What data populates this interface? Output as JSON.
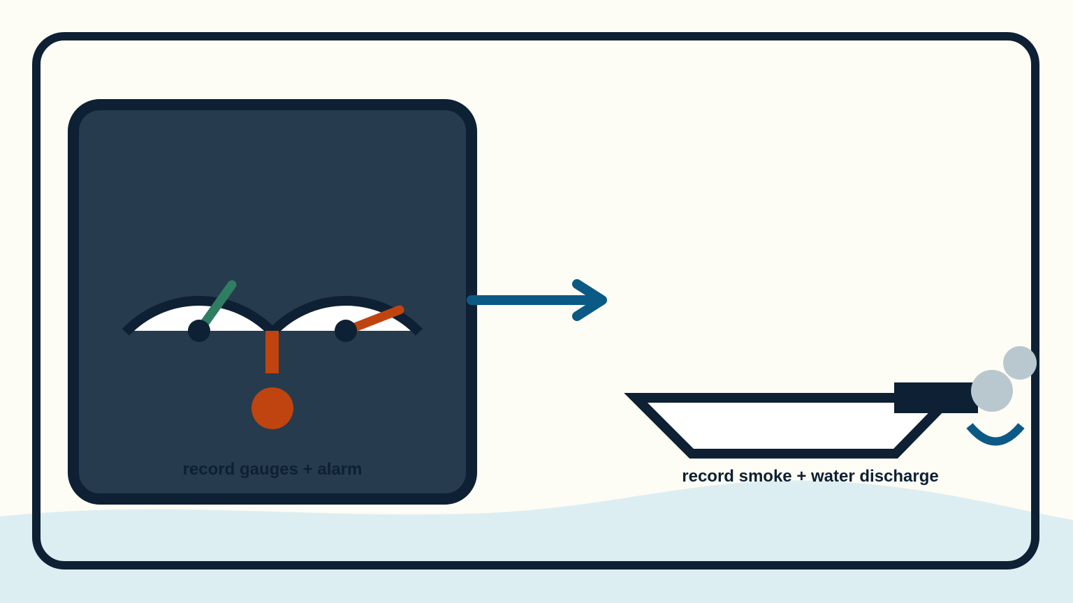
{
  "panels": {
    "left_caption": "record gauges + alarm",
    "right_caption": "record smoke + water discharge"
  },
  "gauges": [
    {
      "name": "left-gauge",
      "needle_color": "#2f7d63"
    },
    {
      "name": "right-gauge",
      "needle_color": "#c0440f"
    }
  ],
  "colors": {
    "background": "#fdfcf5",
    "water": "#dceef2",
    "outline": "#0e2033",
    "panel_fill": "#263b4d",
    "arrow": "#0b5a86",
    "alarm": "#c0440f",
    "smoke": "#b9c7cf"
  },
  "icons": [
    "gauge-icon",
    "alarm-icon",
    "arrow-right-icon",
    "boat-icon",
    "exhaust-pipe-icon",
    "smoke-icon",
    "water-discharge-icon"
  ]
}
